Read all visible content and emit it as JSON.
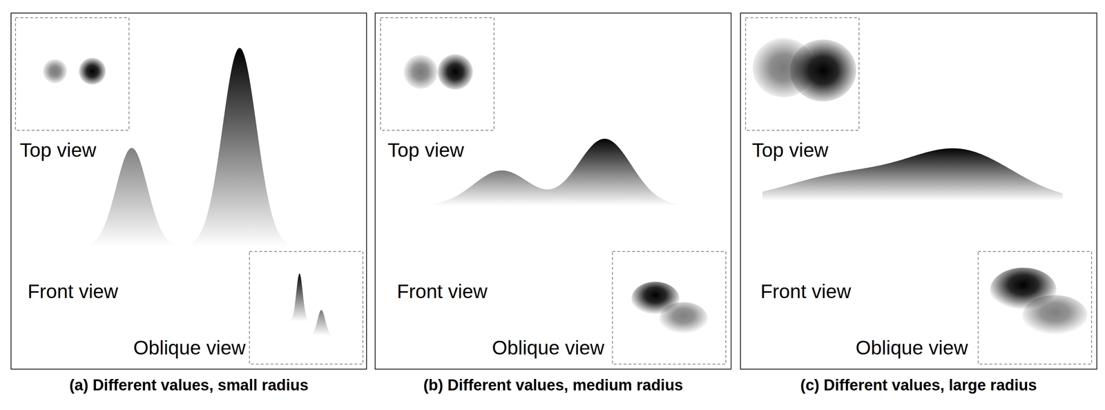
{
  "diagram": {
    "nodes": [
      {
        "text": [
          "Top view",
          "Front view",
          "Oblique view",
          "(a) Different values, small radius"
        ]
      },
      {
        "text": [
          "Top view",
          "Front view",
          "Oblique view",
          "(b) Different values, medium radius"
        ]
      },
      {
        "text": [
          "Top view",
          "Front view",
          "Oblique view",
          "(c) Different values, large radius"
        ]
      }
    ]
  }
}
